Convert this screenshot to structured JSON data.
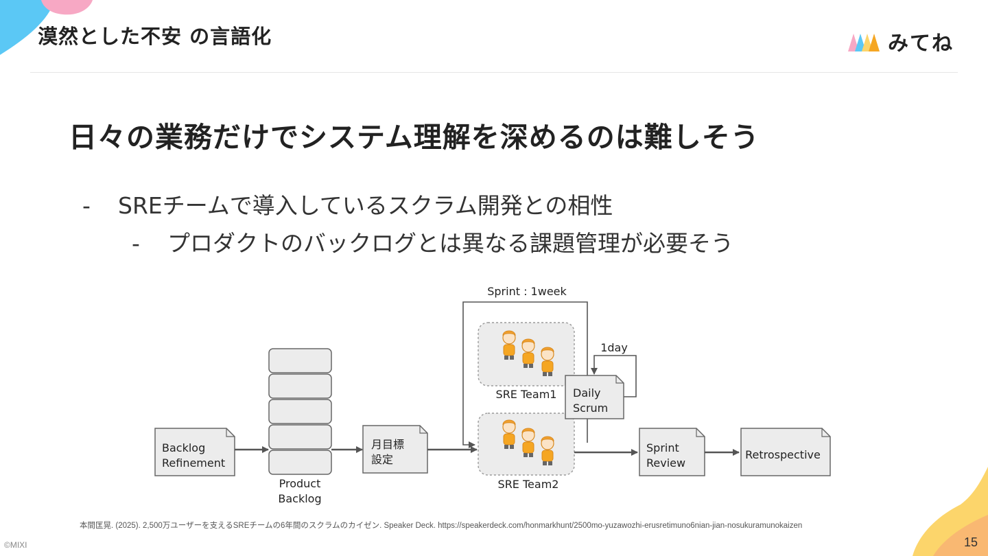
{
  "header": {
    "title": "漠然とした不安 の言語化",
    "logo_text": "みてね"
  },
  "main_heading": "日々の業務だけでシステム理解を深めるのは難しそう",
  "bullets": [
    {
      "dash": "-",
      "text": "SREチームで導入しているスクラム開発との相性"
    },
    {
      "dash": "-",
      "text": "プロダクトのバックログとは異なる課題管理が必要そう"
    }
  ],
  "diagram": {
    "backlog_refinement": [
      "Backlog",
      "Refinement"
    ],
    "product_backlog": [
      "Product",
      "Backlog"
    ],
    "monthly_goal": [
      "月目標",
      "設定"
    ],
    "sprint_label": "Sprint : 1week",
    "team1": "SRE Team1",
    "team2": "SRE Team2",
    "day_label": "1day",
    "daily_scrum": [
      "Daily",
      "Scrum"
    ],
    "sprint_review": [
      "Sprint",
      "Review"
    ],
    "retrospective": "Retrospective"
  },
  "citation": "本間匡晃. (2025). 2,500万ユーザーを支えるSREチームの6年間のスクラムのカイゼン. Speaker Deck. https://speakerdeck.com/honmarkhunt/2500mo-yuzawozhi-erusretimuno6nian-jian-nosukuramunokaizen",
  "footer": {
    "copyright": "©MIXI",
    "page_number": "15"
  },
  "colors": {
    "accent_orange": "#f5a623",
    "blob_blue": "#5bc8f5",
    "blob_pink": "#f7a8c4",
    "blob_yellow": "#fcd56b"
  }
}
